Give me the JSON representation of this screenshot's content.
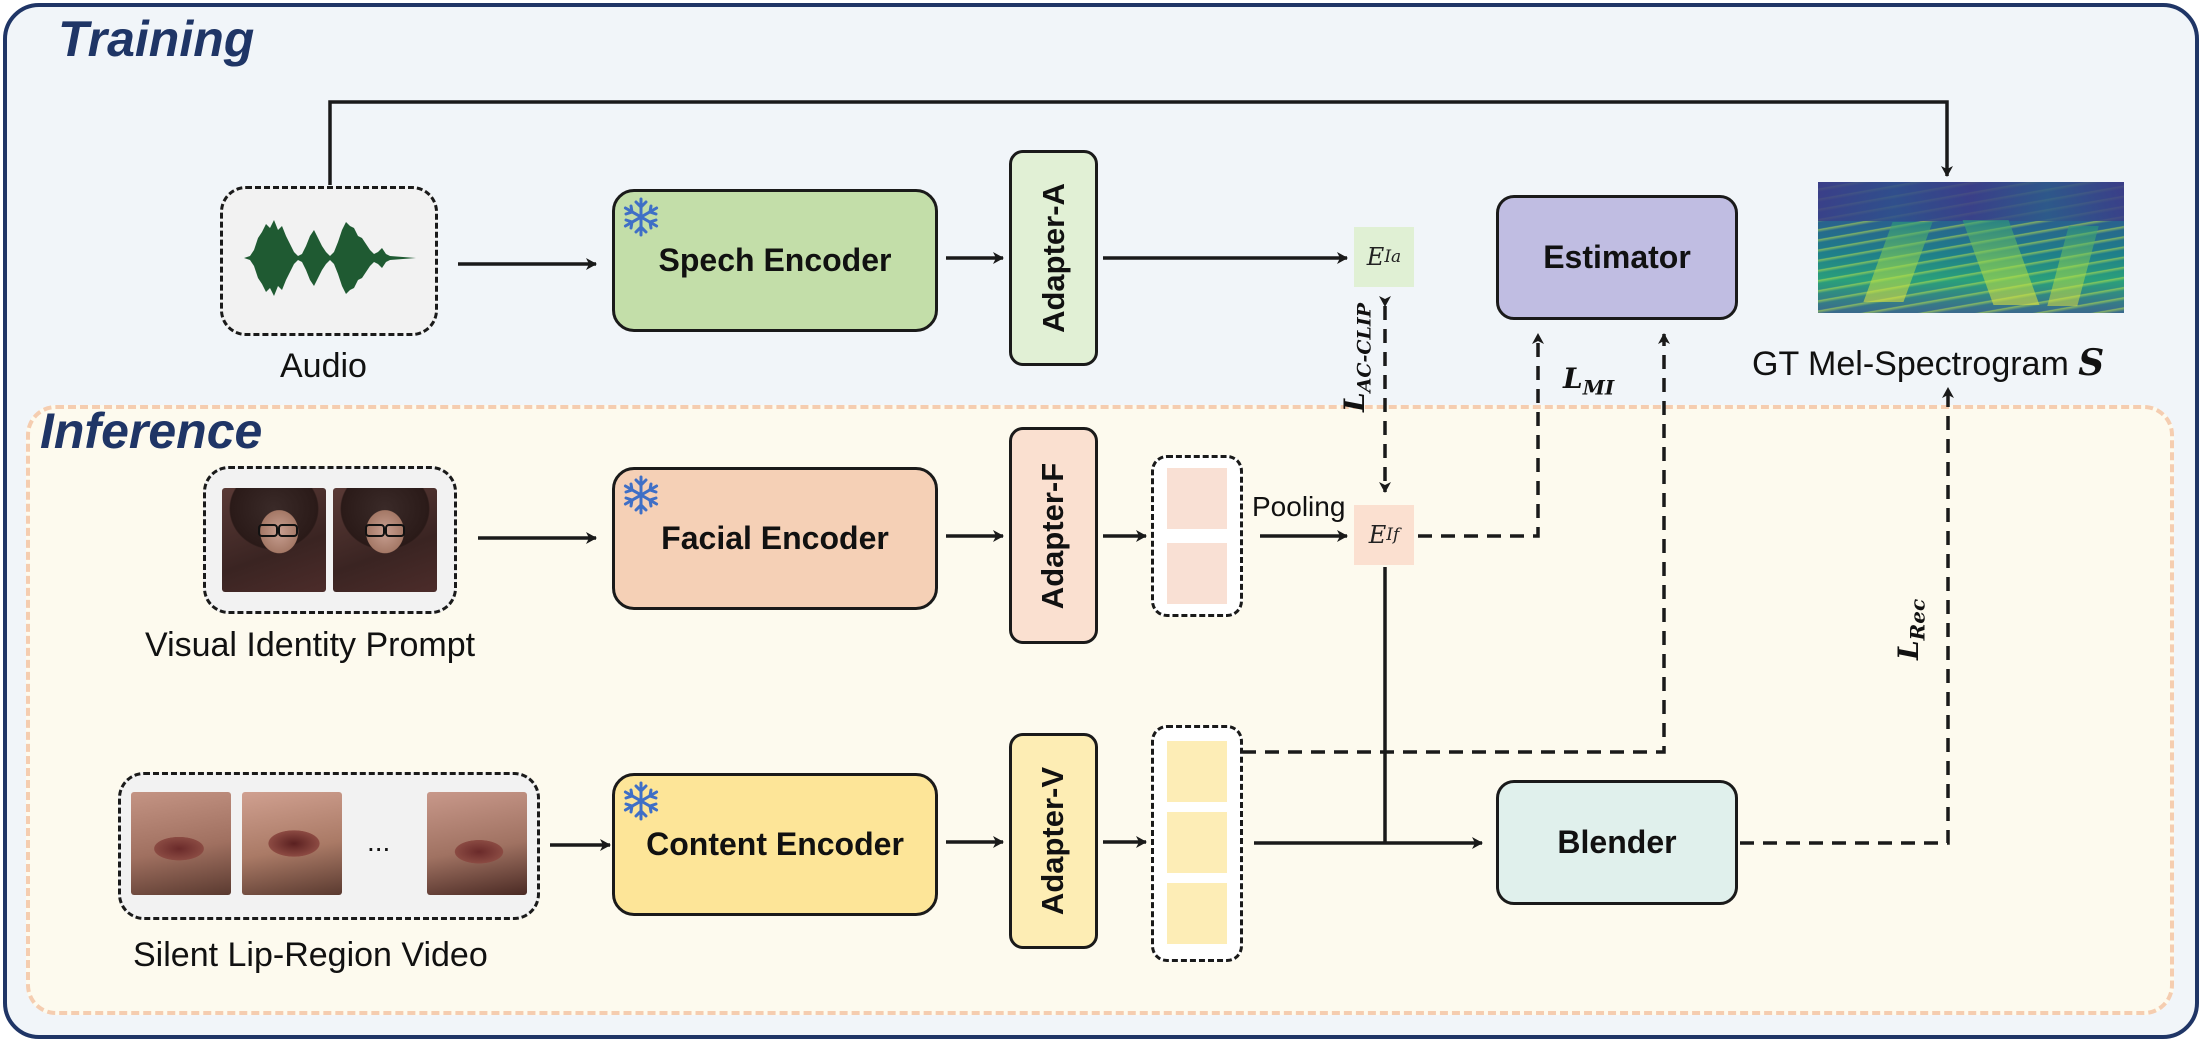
{
  "sections": {
    "training": "Training",
    "inference": "Inference"
  },
  "inputs": {
    "audio": "Audio",
    "visual_prompt": "Visual Identity Prompt",
    "lip_video": "Silent Lip-Region Video",
    "lip_ellipsis": "..."
  },
  "encoders": {
    "speech": "Spech Encoder",
    "facial": "Facial Encoder",
    "content": "Content Encoder"
  },
  "adapters": {
    "a": "Adapter-A",
    "f": "Adapter-F",
    "v": "Adapter-V"
  },
  "pooling": "Pooling",
  "embeddings": {
    "ea_base": "E",
    "ea_sub": "Ia",
    "ef_base": "E",
    "ef_sub": "If"
  },
  "modules": {
    "estimator": "Estimator",
    "blender": "Blender"
  },
  "target": {
    "label": "GT Mel-Spectrogram",
    "symbol": "S"
  },
  "losses": {
    "ac_clip_base": "L",
    "ac_clip_sub": "AC-CLIP",
    "mi_base": "L",
    "mi_sub": "MI",
    "rec_base": "L",
    "rec_sub": "Rec"
  },
  "colors": {
    "training_bg": "#f1f5f9",
    "training_border": "#1f3566",
    "inference_bg": "#fdfaee",
    "inference_border": "#f5cdb0",
    "title": "#1f3566",
    "speech_encoder": "#c3dea9",
    "facial_encoder": "#f5d0b6",
    "content_encoder": "#fde598",
    "adapter_a": "#e1f0d5",
    "adapter_f": "#fae0d0",
    "adapter_v": "#fdedb4",
    "estimator": "#c0bde2",
    "blender": "#e0f0ec",
    "embed_a": "#e0f0d4",
    "embed_f": "#fbe0d0",
    "snowflake": "#3f6fc6"
  },
  "icons": [
    "snowflake-icon",
    "waveform-icon",
    "spectrogram-image",
    "face-photo",
    "lip-photo"
  ]
}
